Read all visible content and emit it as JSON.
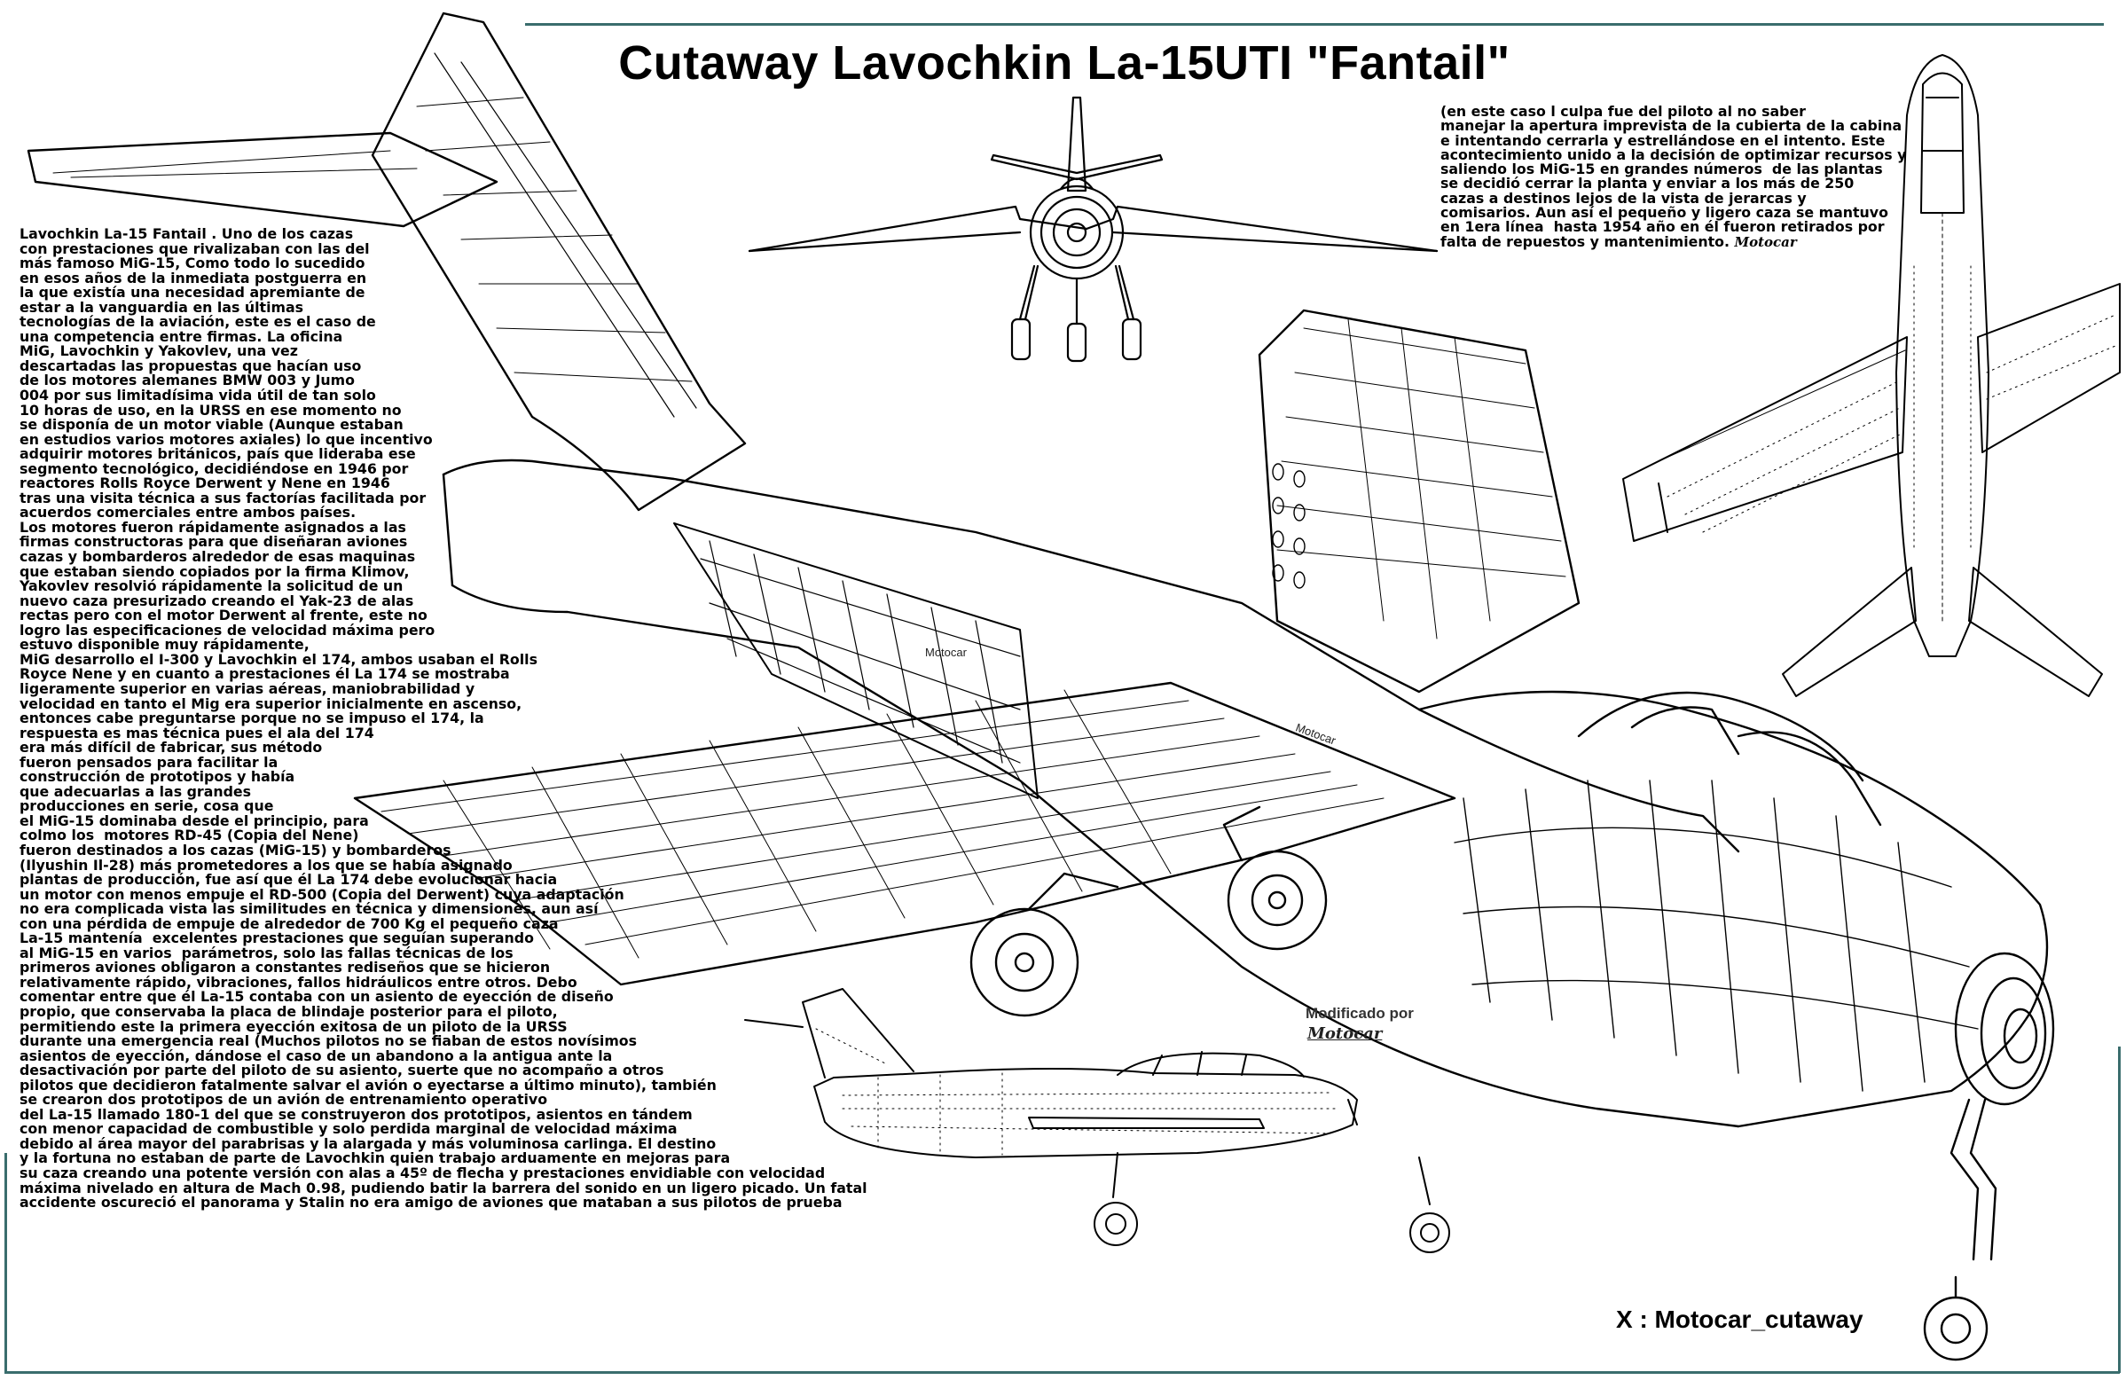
{
  "title": "Cutaway Lavochkin La-15UTI \"Fantail\"",
  "body_text": "Lavochkin La-15 Fantail . Uno de los cazas\ncon prestaciones que rivalizaban con las del\nmás famoso MiG-15, Como todo lo sucedido\nen esos años de la inmediata postguerra en\nla que existía una necesidad apremiante de\nestar a la vanguardia en las últimas\ntecnologías de la aviación, este es el caso de\nuna competencia entre firmas. La oficina\nMiG, Lavochkin y Yakovlev, una vez\ndescartadas las propuestas que hacían uso\nde los motores alemanes BMW 003 y Jumo\n004 por sus limitadísima vida útil de tan solo\n10 horas de uso, en la URSS en ese momento no\nse disponía de un motor viable (Aunque estaban\nen estudios varios motores axiales) lo que incentivo\nadquirir motores británicos, país que lideraba ese\nsegmento tecnológico, decidiéndose en 1946 por\nreactores Rolls Royce Derwent y Nene en 1946\ntras una visita técnica a sus factorías facilitada por\nacuerdos comerciales entre ambos países.\nLos motores fueron rápidamente asignados a las\nfirmas constructoras para que diseñaran aviones\ncazas y bombarderos alrededor de esas maquinas\nque estaban siendo copiados por la firma Klimov,\nYakovlev resolvió rápidamente la solicitud de un\nnuevo caza presurizado creando el Yak-23 de alas\nrectas pero con el motor Derwent al frente, este no\nlogro las especificaciones de velocidad máxima pero\nestuvo disponible muy rápidamente,\nMiG desarrollo el I-300 y Lavochkin el 174, ambos usaban el Rolls\nRoyce Nene y en cuanto a prestaciones él La 174 se mostraba\nligeramente superior en varias aéreas, maniobrabilidad y\nvelocidad en tanto el Mig era superior inicialmente en ascenso,\nentonces cabe preguntarse porque no se impuso el 174, la\nrespuesta es mas técnica pues el ala del 174\nera más difícil de fabricar, sus método\nfueron pensados para facilitar la\nconstrucción de prototipos y había\nque adecuarlas a las grandes\nproducciones en serie, cosa que\nel MiG-15 dominaba desde el principio, para\ncolmo los  motores RD-45 (Copia del Nene)\nfueron destinados a los cazas (MiG-15) y bombarderos\n(Ilyushin Il-28) más prometedores a los que se había asignado\nplantas de producción, fue así que él La 174 debe evolucionar hacia\nun motor con menos empuje el RD-500 (Copia del Derwent) cuya adaptación\nno era complicada vista las similitudes en técnica y dimensiones, aun así\ncon una pérdida de empuje de alrededor de 700 Kg el pequeño caza\nLa-15 mantenía  excelentes prestaciones que seguían superando\nal MiG-15 en varios  parámetros, solo las fallas técnicas de los\nprimeros aviones obligaron a constantes rediseños que se hicieron\nrelativamente rápido, vibraciones, fallos hidráulicos entre otros. Debo\ncomentar entre que él La-15 contaba con un asiento de eyección de diseño\npropio, que conservaba la placa de blindaje posterior para el piloto,\npermitiendo este la primera eyección exitosa de un piloto de la URSS\ndurante una emergencia real (Muchos pilotos no se fiaban de estos novísimos\nasientos de eyección, dándose el caso de un abandono a la antigua ante la\ndesactivación por parte del piloto de su asiento, suerte que no acompaño a otros\npilotos que decidieron fatalmente salvar el avión o eyectarse a último minuto), también\nse crearon dos prototipos de un avión de entrenamiento operativo\ndel La-15 llamado 180-1 del que se construyeron dos prototipos, asientos en tándem\ncon menor capacidad de combustible y solo perdida marginal de velocidad máxima\ndebido al área mayor del parabrisas y la alargada y más voluminosa carlinga. El destino\ny la fortuna no estaban de parte de Lavochkin quien trabajo arduamente en mejoras para\nsu caza creando una potente versión con alas a 45º de flecha y prestaciones envidiable con velocidad\nmáxima nivelado en altura de Mach 0.98, pudiendo batir la barrera del sonido en un ligero picado. Un fatal\naccidente oscureció el panorama y Stalin no era amigo de aviones que mataban a sus pilotos de prueba",
  "right_text": "(en este caso l culpa fue del piloto al no saber\nmanejar la apertura imprevista de la cubierta de la cabina\ne intentando cerrarla y estrellándose en el intento. Este\nacontecimiento unido a la decisión de optimizar recursos y\nsaliendo los MiG-15 en grandes números  de las plantas\nse decidió cerrar la planta y enviar a los más de 250\ncazas a destinos lejos de la vista de jerarcas y\ncomisarios. Aun así el pequeño y ligero caza se mantuvo\nen 1era línea  hasta 1954 año en él fueron retirados por\nfalta de repuestos y mantenimiento. ",
  "right_text_signature": "Motocar",
  "watermark_engine": "Motocar",
  "watermark_wing": "Motocar",
  "modified_label": "Modificado por",
  "modified_signature": "Motocar",
  "credit": "X : Motocar_cutaway",
  "colors": {
    "frame": "#3a6d6d",
    "ink": "#000000",
    "background": "#ffffff"
  },
  "icons": [
    "front-view-drawing",
    "top-view-drawing",
    "side-view-drawing",
    "cutaway-drawing"
  ]
}
